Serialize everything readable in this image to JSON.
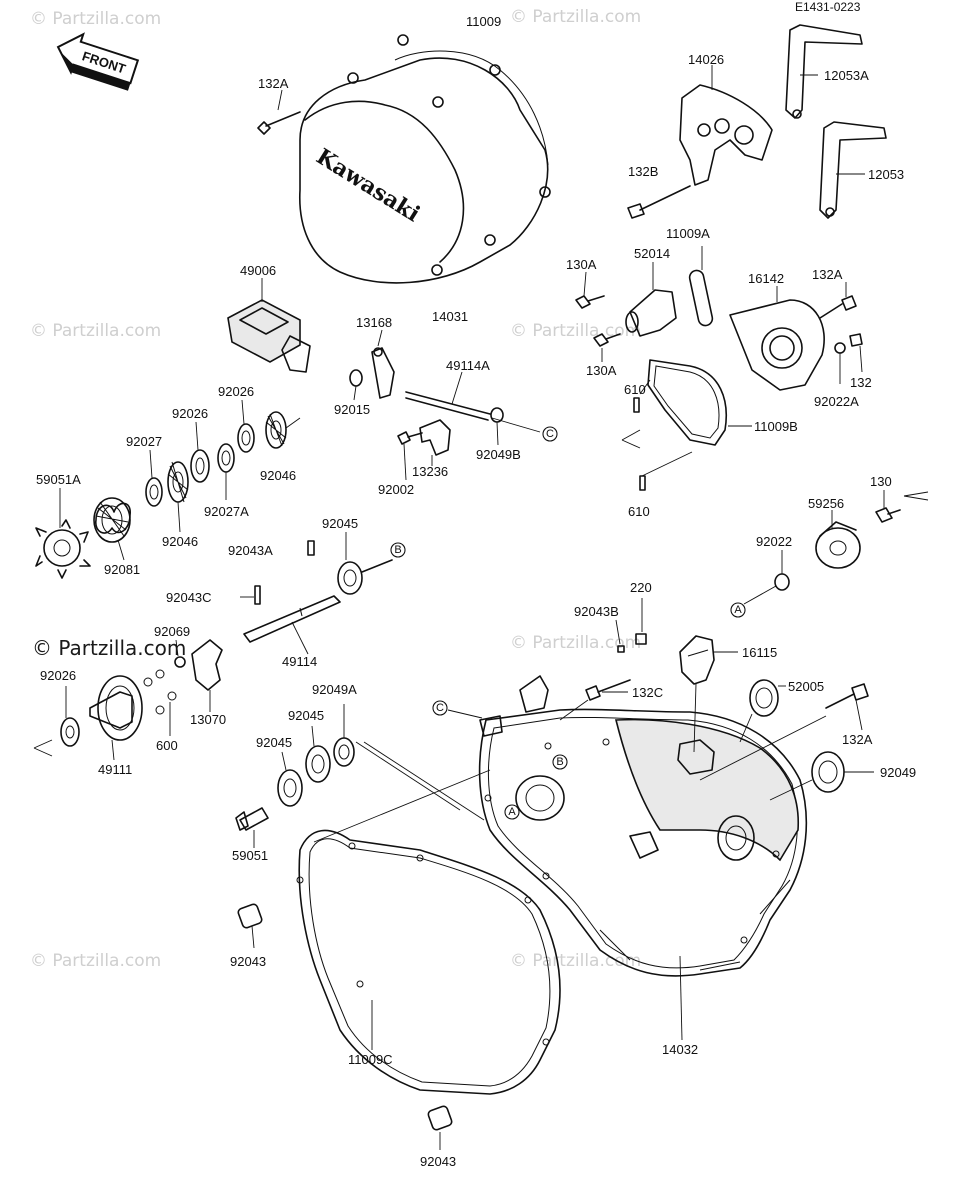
{
  "diagram_code": "E1431-0223",
  "front_label": "FRONT",
  "brand_on_cover": "Kawasaki",
  "watermark": "© Partzilla.com",
  "watermark_large": "© Partzilla.com",
  "refs": {
    "a": "A",
    "b": "B",
    "c": "C"
  },
  "parts": {
    "p11009": "11009",
    "p132a_top": "132A",
    "p14031": "14031",
    "p14026": "14026",
    "p12053a": "12053A",
    "p12053": "12053",
    "p132b": "132B",
    "p11009a": "11009A",
    "p52014": "52014",
    "p130a_1": "130A",
    "p130a_2": "130A",
    "p16142": "16142",
    "p132a_right": "132A",
    "p132": "132",
    "p92022a": "92022A",
    "p610_1": "610",
    "p610_2": "610",
    "p11009b": "11009B",
    "p49006": "49006",
    "p13168": "13168",
    "p49114a": "49114A",
    "p92015": "92015",
    "p92049b": "92049B",
    "p13236": "13236",
    "p92002": "92002",
    "p92026_a": "92026",
    "p92026_b": "92026",
    "p92027": "92027",
    "p92046_a": "92046",
    "p92046_b": "92046",
    "p92027a": "92027A",
    "p59051a": "59051A",
    "p92081": "92081",
    "p92043a": "92043A",
    "p92045_top": "92045",
    "p92043c": "92043C",
    "p92069": "92069",
    "p49114": "49114",
    "p92026_left": "92026",
    "p49111": "49111",
    "p600": "600",
    "p13070": "13070",
    "p92049a": "92049A",
    "p92045_mid": "92045",
    "p92045_low": "92045",
    "p59051": "59051",
    "p92043_mid": "92043",
    "p11009c": "11009C",
    "p92043_bottom": "92043",
    "p130": "130",
    "p59256": "59256",
    "p92022": "92022",
    "p220": "220",
    "p92043b": "92043B",
    "p16115": "16115",
    "p132c": "132C",
    "p52005": "52005",
    "p132a_low": "132A",
    "p92049": "92049",
    "p14032": "14032"
  }
}
